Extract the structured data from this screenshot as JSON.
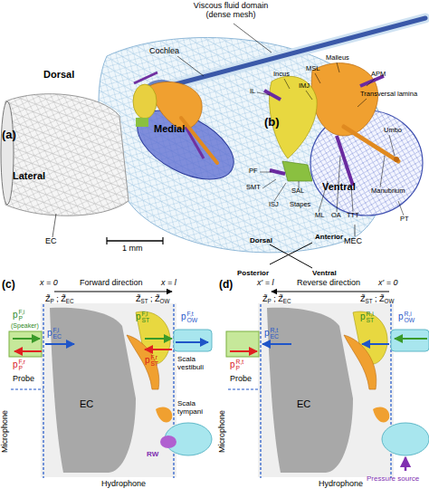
{
  "diagram": {
    "labels": [
      "(a)",
      "Viscous fluid domain (dense mesh)",
      "Cochlea",
      "Dorsal",
      "Medial",
      "Lateral",
      "Ventral",
      "EC",
      "1 mm",
      "MEC",
      "(b)",
      "IL",
      "Incus",
      "IMJ",
      "MSL",
      "Malleus",
      "APM",
      "Transversal lamina",
      "Umbo",
      "PF",
      "SMT",
      "ISJ",
      "SAL",
      "Stapes",
      "ML",
      "OA",
      "TTT",
      "Manubrium",
      "PT",
      "Dorsal",
      "Anterior",
      "Posterior",
      "Ventral",
      "(c)",
      "x = 0",
      "Forward direction",
      "x = l",
      "Z̃P ; Z̃EC",
      "Z̃ST ; Z̃OW",
      "Microphone",
      "pPF,i",
      "(Speaker)",
      "pECF,i",
      "pPF,r",
      "Probe",
      "EC",
      "pSTF,i",
      "pOWF,t",
      "pSTF,r",
      "Scala vestibuli",
      "RW",
      "Scala tympani",
      "Hydrophone",
      "(d)",
      "x′ = l",
      "Reverse direction",
      "x′ = 0",
      "Z̃P ; Z̃EC",
      "Z̃ST ; Z̃OW",
      "Microphone",
      "pECR,t",
      "pPR,t",
      "Probe",
      "EC",
      "pSTR,i",
      "pOWR,i",
      "Pressure source",
      "Hydrophone"
    ]
  }
}
